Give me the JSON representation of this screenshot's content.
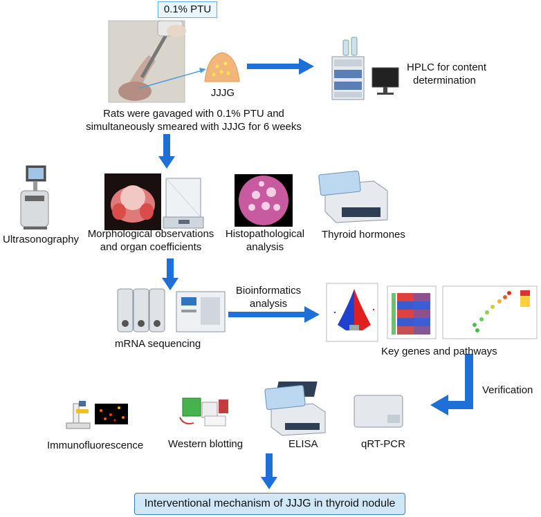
{
  "ptu_box": "0.1% PTU",
  "jjjg_label": "JJJG",
  "hplc_label": [
    "HPLC for content",
    "determination"
  ],
  "gavage_text": [
    "Rats were gavaged with 0.1% PTU and",
    "simultaneously smeared with JJJG for 6 weeks"
  ],
  "ultrasonography": "Ultrasonography",
  "morphological": [
    "Morphological observations",
    "and organ coefficients"
  ],
  "histopathological": [
    "Histopathological",
    "analysis"
  ],
  "thyroid_hormones": "Thyroid hormones",
  "mrna_sequencing": "mRNA sequencing",
  "bioinformatics": [
    "Bioinformatics",
    "analysis"
  ],
  "key_genes": "Key genes and pathways",
  "verification": "Verification",
  "immunofluorescence": "Immunofluorescence",
  "western_blotting": "Western blotting",
  "elisa": "ELISA",
  "qrt_pcr": "qRT-PCR",
  "final_box": "Interventional mechanism of JJJG in thyroid nodule",
  "colors": {
    "arrow": "#1f6fd8",
    "final_box_fill": "#cfe7f6",
    "ptu_box_fill": "#eaf6fd",
    "volcano_red": "#e02020",
    "volcano_blue": "#2040d0"
  }
}
